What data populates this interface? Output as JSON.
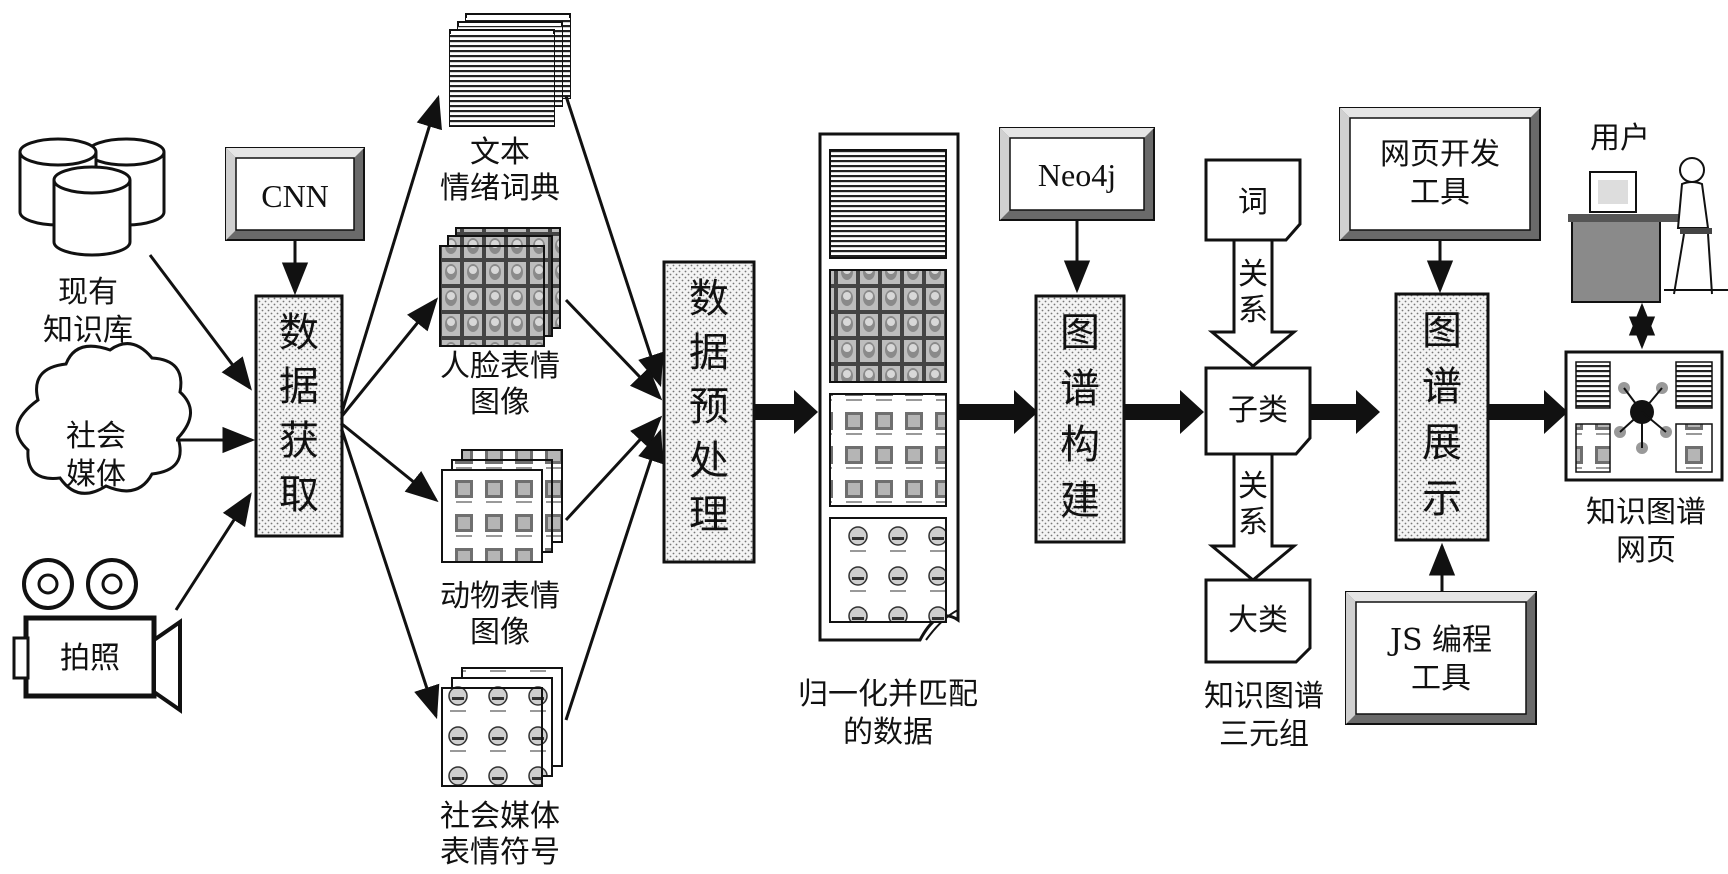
{
  "sources": {
    "kb": [
      "现有",
      "知识库"
    ],
    "social": [
      "社会",
      "媒体"
    ],
    "photo": "拍照"
  },
  "cnn": "CNN",
  "acquire": [
    "数",
    "据",
    "获",
    "取"
  ],
  "datasets": {
    "text": [
      "文本",
      "情绪词典"
    ],
    "face": [
      "人脸表情",
      "图像"
    ],
    "animal": [
      "动物表情",
      "图像"
    ],
    "emoji": [
      "社会媒体",
      "表情符号"
    ]
  },
  "preprocess": [
    "数",
    "据",
    "预",
    "处",
    "理"
  ],
  "normalized": [
    "归一化并匹配",
    "的数据"
  ],
  "neo4j": "Neo4j",
  "build": [
    "图",
    "谱",
    "构",
    "建"
  ],
  "triple": {
    "word": "词",
    "rel1": [
      "关",
      "系"
    ],
    "subclass": "子类",
    "rel2": [
      "关",
      "系"
    ],
    "category": "大类",
    "caption": [
      "知识图谱",
      "三元组"
    ]
  },
  "webdev": [
    "网页开发",
    "工具"
  ],
  "display": [
    "图",
    "谱",
    "展",
    "示"
  ],
  "js": [
    "JS 编程",
    "工具"
  ],
  "user": "用户",
  "kgpage": [
    "知识图谱",
    "网页"
  ],
  "colors": {
    "ink": "#111111",
    "frame_light": "#d9d9d9",
    "frame_dark": "#6a6a6a"
  }
}
